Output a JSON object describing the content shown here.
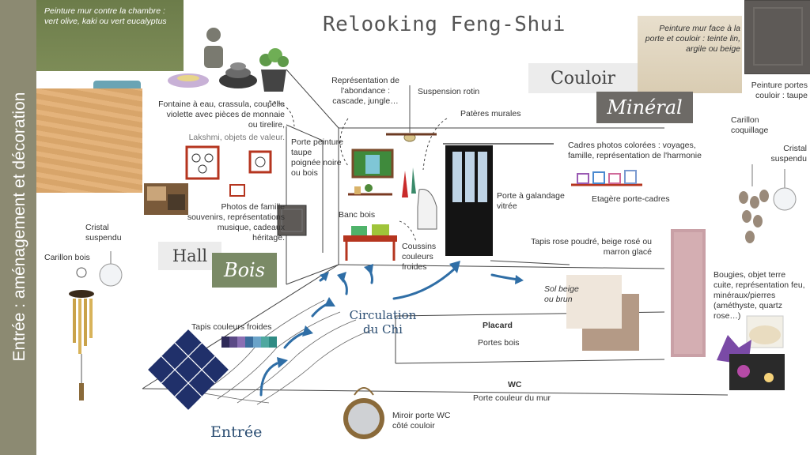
{
  "sidebar": {
    "label": "Entrée : aménagement et décoration"
  },
  "title": "Relooking Feng-Shui",
  "tags": {
    "couloir": "Couloir",
    "mineral": "Minéral",
    "hall": "Hall",
    "bois": "Bois",
    "circulation": "Circulation\ndu Chi",
    "entree": "Entrée"
  },
  "labels": {
    "paint_hall": "Peinture mur contre la chambre : vert olive, kaki ou vert eucalyptus",
    "paint_corridor": "Peinture mur face à la porte et couloir : teinte lin, argile ou beige",
    "door_paint": "Peinture portes couloir : taupe",
    "fountain": "Fontaine à eau, crassula, coupelle violette avec pièces de monnaie ou tirelire,",
    "fountain_extra": "Lakshmi, objets de valeur.",
    "abundance": "Représentation de l'abondance : cascade, jungle…",
    "rattan": "Suspension rotin",
    "hooks": "Patères murales",
    "door_taupe": "Porte peinture taupe poignée noire ou bois",
    "frames": "Cadres photos colorées : voyages, famille, représentation de l'harmonie",
    "shelf": "Etagère porte-cadres",
    "chime_shell": "Carillon coquillage",
    "crystal_right": "Cristal suspendu",
    "family_photos": "Photos de famille souvenirs, représentations musique, cadeaux héritage.",
    "bench": "Banc bois",
    "cushions": "Coussins couleurs froides",
    "sliding_door": "Porte à galandage vitrée",
    "rug_pink": "Tapis rose poudré, beige rosé ou marron glacé",
    "crystal_left": "Cristal suspendu",
    "chime_wood": "Carillon bois",
    "floor": "Sol beige ou brun",
    "candles": "Bougies, objet terre cuite, représentation feu, minéraux/pierres (améthyste, quartz rose…)",
    "rug_cold": "Tapis couleurs froides",
    "placard": "Placard",
    "placard_doors": "Portes bois",
    "wc": "WC",
    "wc_door": "Porte couleur du mur",
    "mirror": "Miroir porte WC côté couloir"
  },
  "colors": {
    "sidebar": "#8c8a72",
    "olive": "#7d8c57",
    "bois_tag": "#7a8a66",
    "mineral_tag": "#6d6a66",
    "arrow": "#2f6ea6"
  },
  "swatches": [
    "#2e2a58",
    "#5b4a86",
    "#8a6fb3",
    "#3b6d9d",
    "#6aa3c9",
    "#4fa8a0",
    "#2f8b84"
  ]
}
